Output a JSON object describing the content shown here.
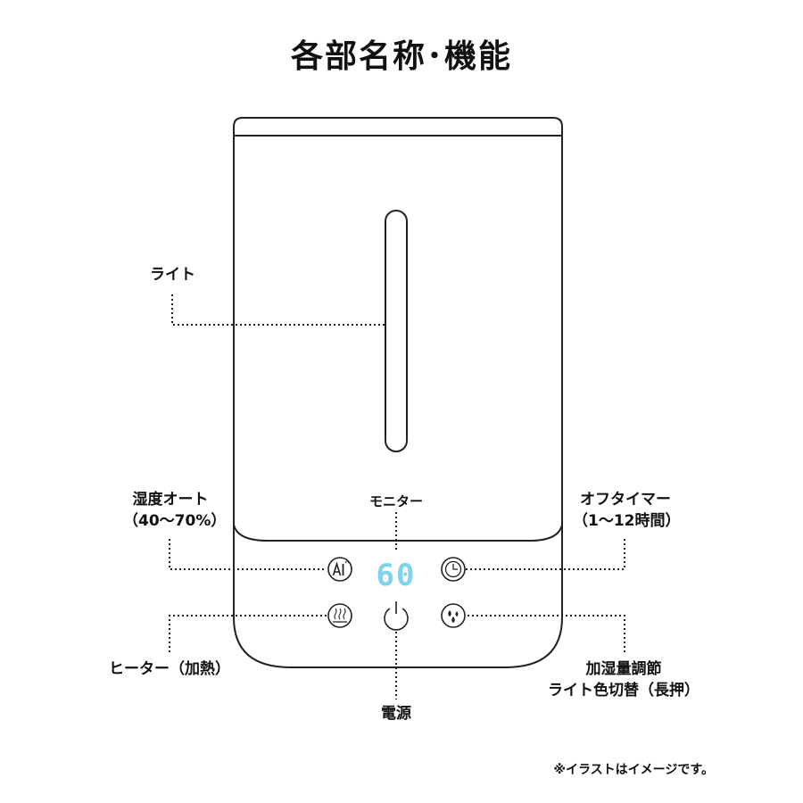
{
  "title": "各部名称･機能",
  "labels": {
    "light": "ライト",
    "humidity_auto": [
      "湿度オート",
      "（40～70%）"
    ],
    "monitor": "モニター",
    "off_timer": [
      "オフタイマー",
      "（1～12時間）"
    ],
    "heater": "ヒーター（加熱）",
    "power": "電源",
    "mist_adjust": [
      "加湿量調節",
      "ライト色切替（長押）"
    ]
  },
  "display": {
    "value": "60",
    "color": "#7fd3ec"
  },
  "icons": {
    "auto": "ai-auto-icon",
    "timer": "clock-icon",
    "heater": "heat-waves-icon",
    "power": "power-icon",
    "mist": "water-drops-icon"
  },
  "note": "※イラストはイメージです。"
}
